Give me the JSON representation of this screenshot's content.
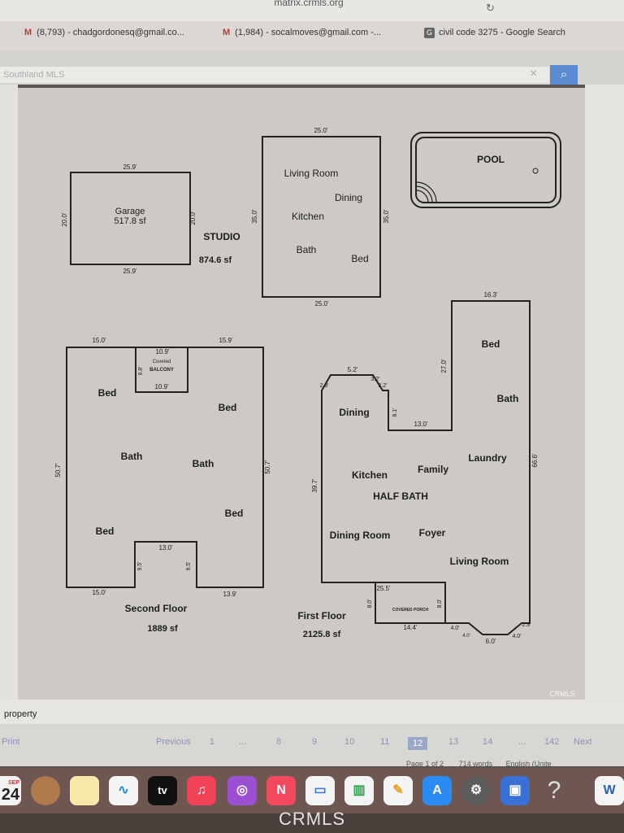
{
  "browser": {
    "url": "matrix.crmls.org",
    "tabs": [
      {
        "icon": "gmail-icon",
        "label": "(8,793) - chadgordonesq@gmail.co..."
      },
      {
        "icon": "gmail-icon",
        "label": "(1,984) - socalmoves@gmail.com -..."
      },
      {
        "icon": "google-icon",
        "label": "civil code 3275 - Google Search"
      }
    ],
    "search_placeholder": "Southland MLS"
  },
  "floorplan": {
    "garage": {
      "title": "Garage",
      "area": "517.8 sf",
      "top": "25.9'",
      "bottom": "25.9'",
      "left": "20.0'",
      "right": "20.0'"
    },
    "studio": {
      "title": "STUDIO",
      "area": "874.6 sf",
      "top": "25.0'",
      "bottom": "25.0'",
      "left": "35.0'",
      "right": "35.0'",
      "rooms": [
        "Living Room",
        "Dining",
        "Kitchen",
        "Bath",
        "Bed"
      ]
    },
    "pool": {
      "title": "POOL"
    },
    "second_floor": {
      "title": "Second Floor",
      "area": "1889 sf",
      "dims": [
        "15.0'",
        "10.9'",
        "15.9'",
        "9.8'",
        "10.9'",
        "50.7'",
        "50.7'",
        "13.0'",
        "9.5'",
        "9.5'",
        "15.0'",
        "13.9'"
      ],
      "balcony": [
        "Covered",
        "BALCONY"
      ],
      "rooms": [
        "Bed",
        "Bed",
        "Bath",
        "Bath",
        "Bed",
        "Bed"
      ]
    },
    "first_floor": {
      "title": "First Floor",
      "area": "2125.8 sf",
      "dims": [
        "16.3'",
        "27.0'",
        "5.2'",
        "2.9'",
        "3.2'",
        "2.2'",
        "8.1'",
        "13.0'",
        "39.7'",
        "66.6'",
        "25.5'",
        "8.0'",
        "8.0'",
        "14.4'",
        "4.0'",
        "6.0'",
        "4.0'",
        "2.9'",
        "4.0'"
      ],
      "porch": "COVERED PORCH",
      "rooms": [
        "Bed",
        "Bath",
        "Dining",
        "Laundry",
        "Family",
        "Kitchen",
        "HALF BATH",
        "Dining Room",
        "Foyer",
        "Living Room"
      ]
    },
    "watermark_small": "CRMLS"
  },
  "caption": "property",
  "pager": {
    "print": "Print",
    "previous": "Previous",
    "pages": [
      "1",
      "...",
      "8",
      "9",
      "10",
      "11",
      "12",
      "13",
      "14",
      "...",
      "142"
    ],
    "current": "12",
    "next": "Next"
  },
  "word_status": {
    "page": "Page 1 of 2",
    "words": "714 words",
    "language": "English (Unite"
  },
  "dock": {
    "calendar_month": "SEP",
    "calendar_day": "24",
    "tv_label": "tv",
    "help": "?",
    "word": "W"
  },
  "watermark": "CRMLS"
}
